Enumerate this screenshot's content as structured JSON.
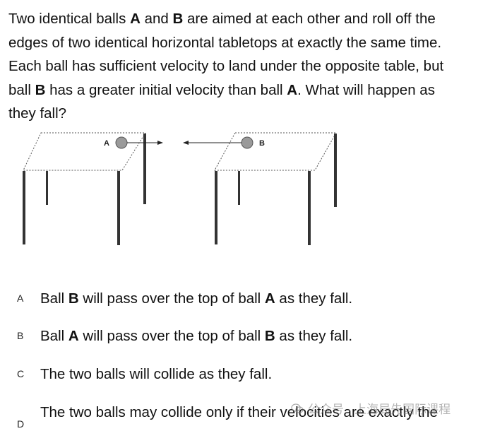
{
  "question": {
    "line1_pre": "Two identical balls ",
    "ball_a": "A",
    "line1_mid": " and ",
    "ball_b": "B",
    "line1_post": " are aimed at each other and roll off the",
    "line2": "edges of two identical horizontal tabletops at exactly the same time.",
    "line3": "Each ball has sufficient velocity to land under the opposite table, but",
    "line4_pre": "ball ",
    "line4_mid": " has a greater initial velocity than ball ",
    "line4_post": ". What will happen as",
    "line5": "they fall?"
  },
  "figure": {
    "label_a": "A",
    "label_b": "B"
  },
  "options": [
    {
      "letter": "A",
      "pre": "Ball ",
      "b1": "B",
      "mid": " will pass over the top of ball ",
      "b2": "A",
      "post": " as they fall."
    },
    {
      "letter": "B",
      "pre": "Ball ",
      "b1": "A",
      "mid": " will pass over the top of ball ",
      "b2": "B",
      "post": " as they fall."
    },
    {
      "letter": "C",
      "text": "The two balls will collide as they fall."
    },
    {
      "letter": "D",
      "text": "The two balls may collide only if their velocities are exactly the"
    }
  ],
  "watermark": {
    "text": "公众号 · 上海局先国际课程"
  },
  "colors": {
    "ball": "#9a9a9a",
    "ink": "#111111"
  }
}
